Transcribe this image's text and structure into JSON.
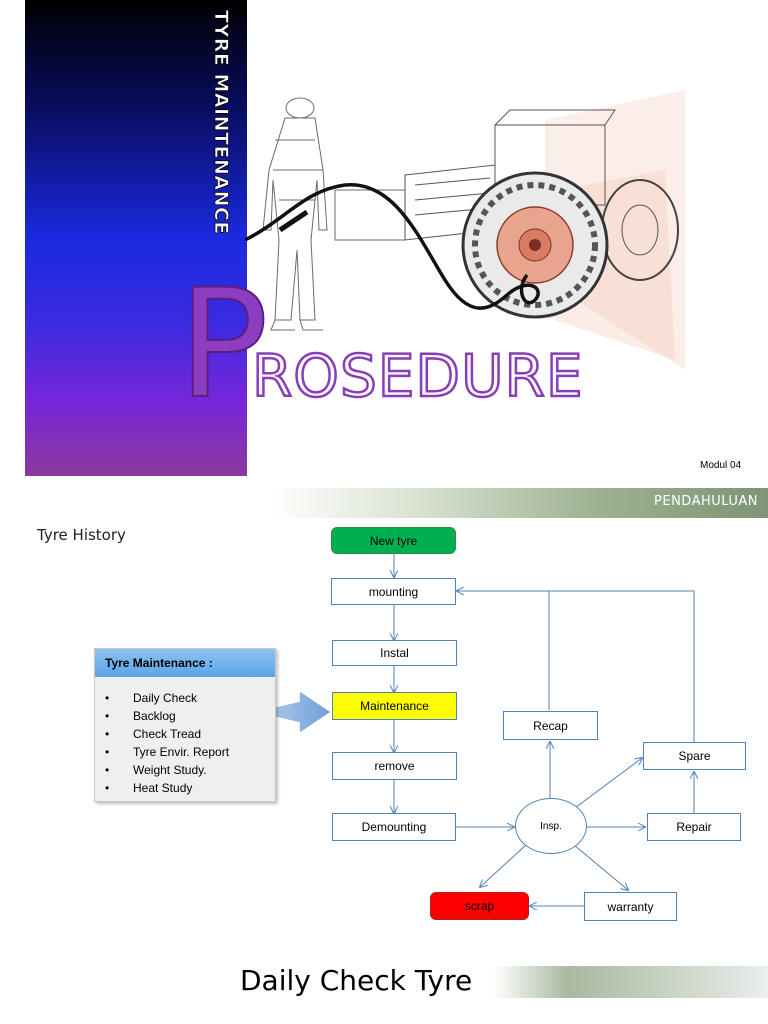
{
  "cover": {
    "vertical_title": "TYRE MAINTENANCE",
    "title_initial": "P",
    "title_rest": "ROSEDURE",
    "module_label": "Modul 04",
    "gradient_colors": [
      "#000000",
      "#1a2ae0",
      "#7a26d8",
      "#8a3a9c"
    ],
    "title_color": "#8d3dbf"
  },
  "slide2": {
    "band_label": "PENDAHULUAN",
    "section_title": "Tyre History",
    "maintenance_box": {
      "title": "Tyre Maintenance :",
      "items": [
        "Daily Check",
        "Backlog",
        "Check Tread",
        "Tyre Envir. Report",
        "Weight Study.",
        "Heat Study"
      ]
    },
    "flow": {
      "new_tyre": "New tyre",
      "mounting": "mounting",
      "instal": "Instal",
      "maintenance": "Maintenance",
      "remove": "remove",
      "demounting": "Demounting",
      "inspection": "Insp.",
      "recap": "Recap",
      "spare": "Spare",
      "repair": "Repair",
      "warranty": "warranty",
      "scrap": "scrap"
    },
    "colors": {
      "new_tyre": "#00b050",
      "maintenance": "#ffff00",
      "scrap": "#ff0000",
      "lines": "#4f81bd"
    }
  },
  "footer": {
    "title": "Daily Check Tyre"
  }
}
